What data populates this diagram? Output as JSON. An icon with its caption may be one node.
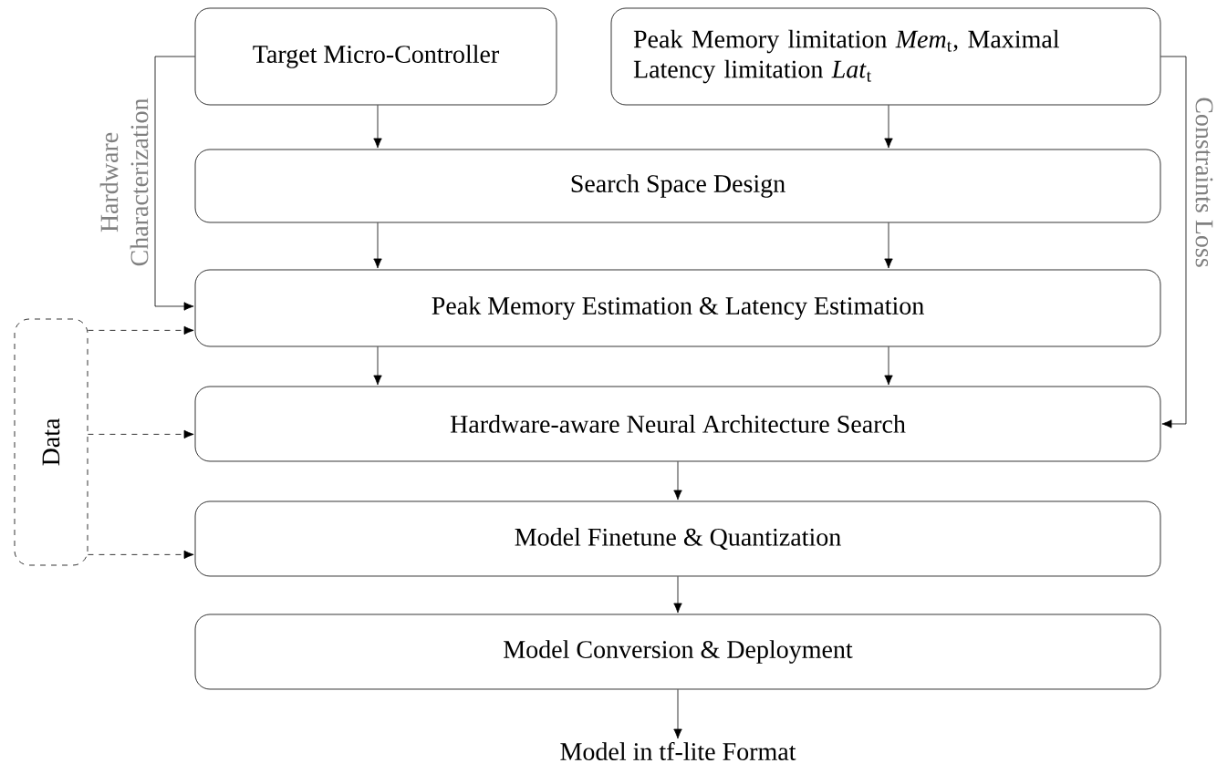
{
  "diagram": {
    "nodes": [
      {
        "text": [
          "Target Micro-Controller"
        ]
      },
      {
        "text": [
          "Peak Memory limitation *Mem*$_{t}$, Maximal Latency limitation *Lat*$_{t}$"
        ]
      },
      {
        "text": [
          "Search Space Design"
        ]
      },
      {
        "text": [
          "Peak Memory Estimation & Latency Estimation"
        ]
      },
      {
        "text": [
          "Hardware-aware Neural Architecture Search"
        ]
      },
      {
        "text": [
          "Model Finetune & Quantization"
        ]
      },
      {
        "text": [
          "Model Conversion & Deployment"
        ]
      },
      {
        "text": [
          "Model in tf-lite Format"
        ]
      },
      {
        "text": [
          "Data"
        ]
      }
    ],
    "edges": [
      {
        "from": 0,
        "to": 2,
        "arrow": "to"
      },
      {
        "from": 1,
        "to": 2,
        "arrow": "to"
      },
      {
        "from": 2,
        "to": 3,
        "arrow": "to"
      },
      {
        "from": 2,
        "to": 3,
        "arrow": "to"
      },
      {
        "from": 3,
        "to": 4,
        "arrow": "to"
      },
      {
        "from": 3,
        "to": 4,
        "arrow": "to"
      },
      {
        "from": 4,
        "to": 5,
        "arrow": "to"
      },
      {
        "from": 5,
        "to": 6,
        "arrow": "to"
      },
      {
        "from": 6,
        "to": 7,
        "arrow": "to"
      },
      {
        "from": 0,
        "to": 3,
        "arrow": "to",
        "label": "Hardware Characterization"
      },
      {
        "from": 1,
        "to": 4,
        "arrow": "to",
        "label": "Constraints Loss"
      },
      {
        "from": 8,
        "to": 3,
        "arrow": "to",
        "style": "dashed"
      },
      {
        "from": 8,
        "to": 4,
        "arrow": "to",
        "style": "dashed"
      },
      {
        "from": 8,
        "to": 5,
        "arrow": "to",
        "style": "dashed"
      }
    ]
  }
}
